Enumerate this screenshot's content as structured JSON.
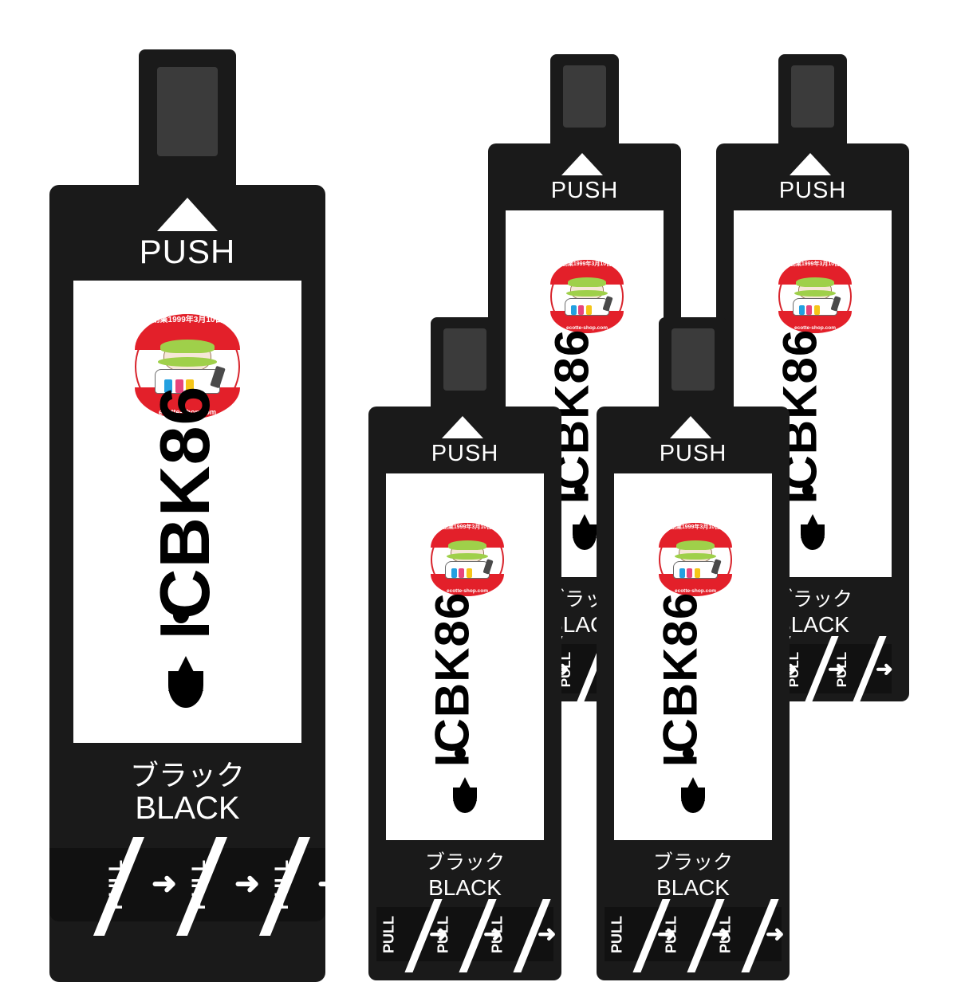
{
  "scene": {
    "description": "Product photo of five Epson-compatible ink cartridges on white background",
    "background_color": "#ffffff",
    "cartridge_body_color": "#1a1a1a",
    "panel_color": "#ffffff",
    "badge_red": "#e3202a"
  },
  "labels": {
    "push": "PUSH",
    "model": "ICBK86",
    "color_jp": "ブラック",
    "color_en": "BLACK",
    "pull": "PULL",
    "arrow": "➜"
  },
  "badge": {
    "top_text": "創業1999年3月10日",
    "bottom_text": "ecotte-shop.com"
  },
  "cartridges": [
    {
      "id": "front-large",
      "model": "ICBK86",
      "color_jp": "ブラック",
      "color_en": "BLACK",
      "push": "PUSH",
      "pull": "PULL"
    },
    {
      "id": "back-left",
      "model": "ICBK86",
      "color_jp": "ブラック",
      "color_en": "BLACK",
      "push": "PUSH",
      "pull": "PULL"
    },
    {
      "id": "back-right",
      "model": "ICBK86",
      "color_jp": "ブラック",
      "color_en": "BLACK",
      "push": "PUSH",
      "pull": "PULL"
    },
    {
      "id": "mid-left",
      "model": "ICBK86",
      "color_jp": "ブラック",
      "color_en": "BLACK",
      "push": "PUSH",
      "pull": "PULL"
    },
    {
      "id": "mid-right",
      "model": "ICBK86",
      "color_jp": "ブラック",
      "color_en": "BLACK",
      "push": "PUSH",
      "pull": "PULL"
    }
  ]
}
